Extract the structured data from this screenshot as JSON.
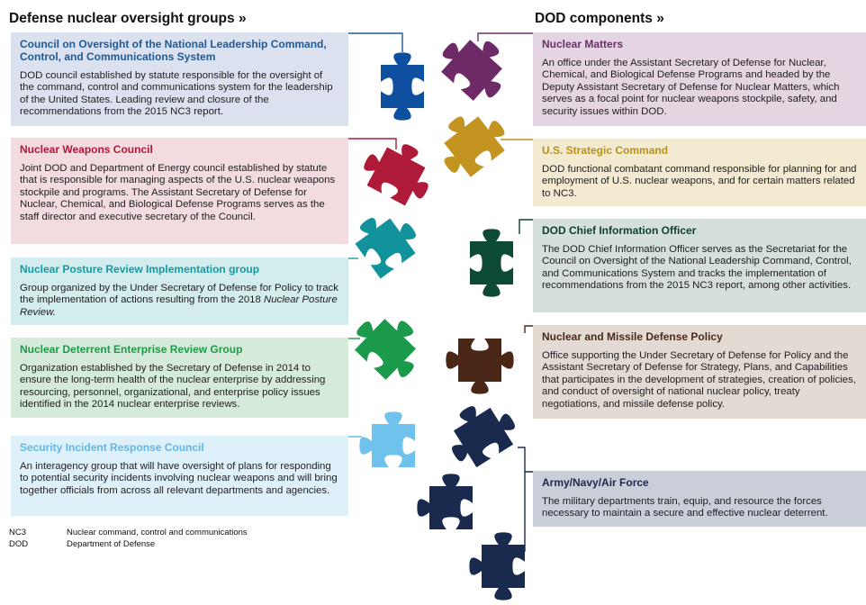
{
  "left_heading": "Defense nuclear oversight groups »",
  "right_heading": "DOD components »",
  "left_groups": [
    {
      "title": "Council on Oversight of the National Leadership Command, Control, and Communications System",
      "text": "DOD council established by statute responsible for the oversight of the command, control and communications system for the leadership of the United States. Leading review and closure of the recommendations from the 2015 NC3 report.",
      "title_color": "#1e5a96",
      "bg": "#dbe1ef",
      "piece_color": "#0f4f9f",
      "line_color": "#1e5a96"
    },
    {
      "title": "Nuclear Weapons Council",
      "text": "Joint DOD and Department of Energy council established by statute that is responsible for managing aspects of the U.S. nuclear weapons stockpile and programs. The Assistant Secretary of Defense for Nuclear, Chemical, and Biological Defense Programs serves as the staff director and executive secretary of the Council.",
      "title_color": "#b3173a",
      "bg": "#f3dcdf",
      "piece_color": "#b01a39",
      "line_color": "#b3173a"
    },
    {
      "title": "Nuclear Posture Review Implementation group",
      "text": "Group organized by the Under Secretary of Defense for Policy to track the implementation of actions resulting from the 2018 ",
      "text_italic": "Nuclear Posture Review.",
      "title_color": "#159aa3",
      "bg": "#d3ecee",
      "piece_color": "#12939c",
      "line_color": "#159aa3"
    },
    {
      "title": "Nuclear Deterrent Enterprise Review Group",
      "text": "Organization established by the Secretary of Defense in 2014 to ensure the long-term health of the nuclear enterprise by addressing resourcing, personnel, organizational, and enterprise policy issues identified in the 2014 nuclear enterprise reviews.",
      "title_color": "#1f9a4c",
      "bg": "#d6ead9",
      "piece_color": "#1b9a4b",
      "line_color": "#1f9a4c"
    },
    {
      "title": "Security Incident Response Council",
      "text": "An interagency group that will have oversight of plans for responding to potential security incidents involving nuclear weapons and will bring together officials from across all relevant departments and agencies.",
      "title_color": "#5fb8e6",
      "bg": "#def0fa",
      "piece_color": "#6ec2ec",
      "line_color": "#5fb8e6"
    }
  ],
  "right_components": [
    {
      "title": "Nuclear Matters",
      "text": "An office under the Assistant Secretary of Defense for Nuclear, Chemical, and Biological Defense Programs and headed by the Deputy Assistant Secretary of Defense for Nuclear Matters, which serves as a focal point for nuclear weapons stockpile, safety, and security  issues within DOD.",
      "title_color": "#6b2f6b",
      "bg": "#e3d5e2",
      "piece_color": "#6e2a66",
      "line_color": "#6b2f6b"
    },
    {
      "title": "U.S. Strategic Command",
      "text": "DOD functional combatant command responsible for planning for and employment of U.S. nuclear weapons, and for certain matters related to NC3.",
      "title_color": "#b8901a",
      "bg": "#f2ead1",
      "piece_color": "#c39420",
      "line_color": "#b8901a"
    },
    {
      "title": "DOD Chief Information Officer",
      "text": "The DOD Chief Information Officer serves as the Secretariat for the Council on Oversight of the National  Leadership Command, Control, and Communications System and tracks the implementation of recommendations from the 2015 NC3 report, among other activities.",
      "title_color": "#0f3f2e",
      "bg": "#d5dfdb",
      "piece_color": "#0d4a34",
      "line_color": "#0f3f2e"
    },
    {
      "title": "Nuclear and Missile Defense Policy",
      "text": "Office supporting the Under Secretary of Defense for Policy and the Assistant Secretary of Defense for Strategy, Plans, and Capabilities that participates in the development of strategies, creation of policies, and conduct of oversight of national nuclear policy, treaty negotiations, and missile defense policy.",
      "title_color": "#4a2a1c",
      "bg": "#e3dad4",
      "piece_color": "#4a2617",
      "line_color": "#4a2a1c"
    },
    {
      "title": "Army/Navy/Air Force",
      "text": "The military departments train, equip, and resource the forces necessary to maintain a secure and effective nuclear deterrent.",
      "title_color": "#1a2a4a",
      "bg": "#c9ced9",
      "piece_color": "#1a2a4e",
      "line_color": "#1a2a4a"
    }
  ],
  "legend": [
    {
      "abbr": "NC3",
      "desc": "Nuclear command, control and communications"
    },
    {
      "abbr": "DOD",
      "desc": "Department of Defense"
    }
  ]
}
